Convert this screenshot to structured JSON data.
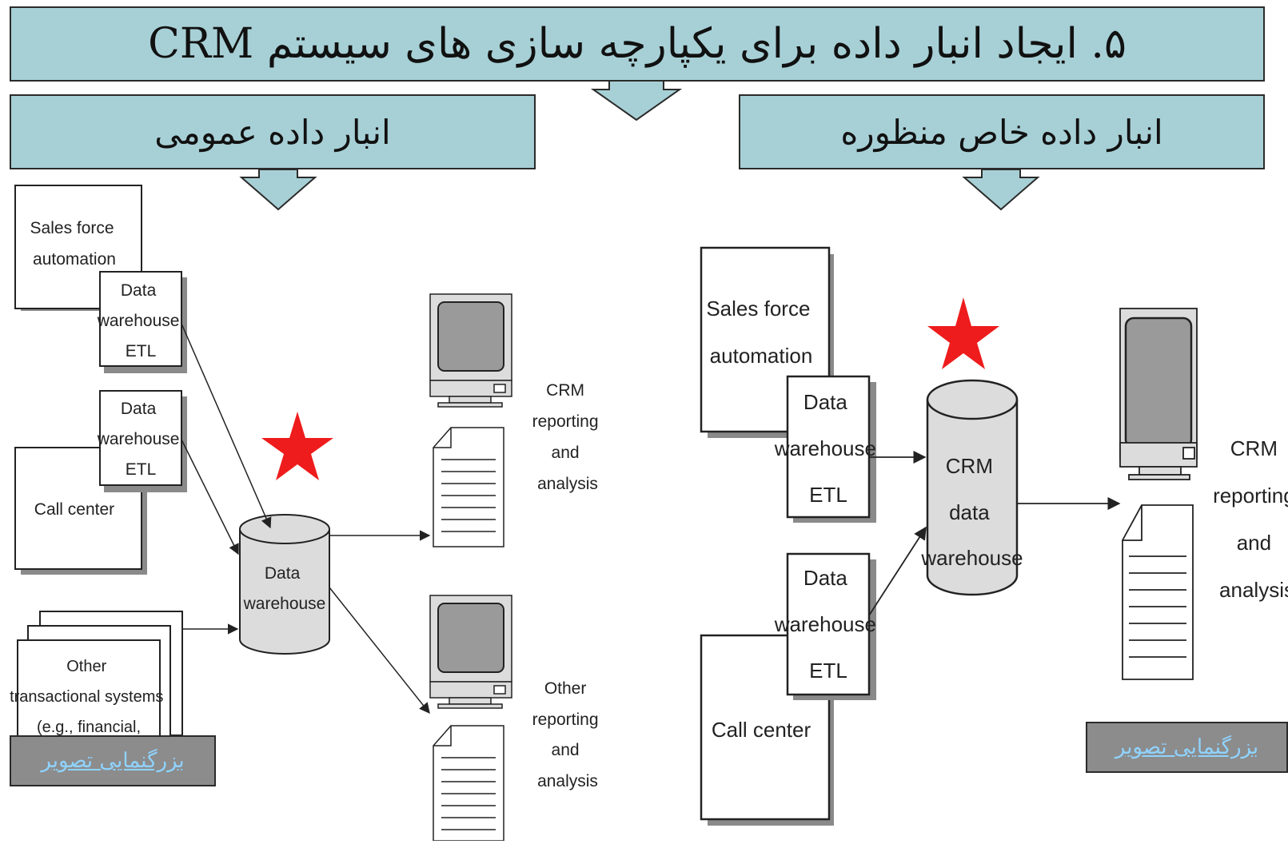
{
  "title": "۵. ایجاد انبار داده برای یکپارچه سازی های سیستم CRM",
  "left_panel": {
    "header": "انبار داده عمومی",
    "sources": {
      "sales_force": [
        "Sales force",
        "automation"
      ],
      "call_center": "Call center",
      "other_transactional": [
        "Other",
        "transactional systems",
        "(e.g., financial,"
      ]
    },
    "etl_label": [
      "Data",
      "warehouse",
      "ETL"
    ],
    "warehouse_label": [
      "Data",
      "warehouse"
    ],
    "outputs": {
      "crm": [
        "CRM",
        "reporting",
        "and",
        "analysis"
      ],
      "other": [
        "Other",
        "reporting",
        "and",
        "analysis"
      ]
    },
    "zoom_link": "بزرگنمایی تصویر"
  },
  "right_panel": {
    "header": "انبار داده خاص منظوره",
    "sources": {
      "sales_force": [
        "Sales force",
        "automation"
      ],
      "call_center": "Call center"
    },
    "etl_label": [
      "Data",
      "warehouse",
      "ETL"
    ],
    "warehouse_label": [
      "CRM",
      "data",
      "warehouse"
    ],
    "output": [
      "CRM",
      "reporting",
      "and",
      "analysis"
    ],
    "zoom_link": "بزرگنمایی تصویر"
  },
  "colors": {
    "banner": "#a7d0d6",
    "star": "#ee1c1c",
    "cylinder": "#dcdcdc",
    "shadow": "#8a8a8a",
    "zoom_box": "#8c8c8c",
    "zoom_link": "#8fd3ff"
  },
  "icons": [
    "down-arrow-icon",
    "star-icon",
    "computer-monitor-icon",
    "document-icon",
    "database-cylinder-icon"
  ]
}
